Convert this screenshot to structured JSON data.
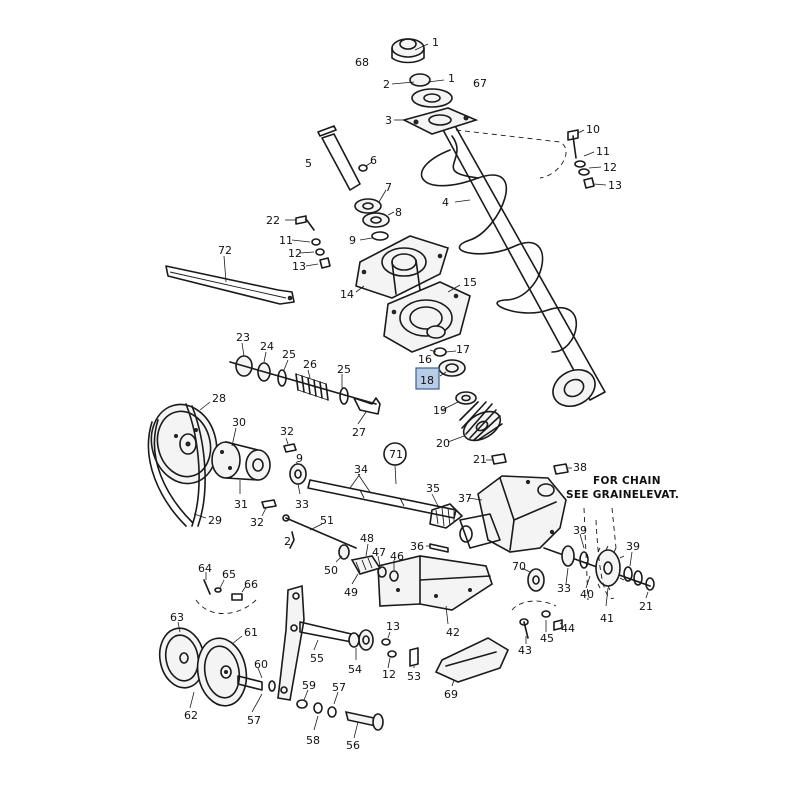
{
  "callouts": {
    "c1a": "1",
    "c1b": "1",
    "c68": "68",
    "c67": "67",
    "c2": "2",
    "c3": "3",
    "c10": "10",
    "c11a": "11",
    "c12a": "12",
    "c13a": "13",
    "c5": "5",
    "c6": "6",
    "c7": "7",
    "c8": "8",
    "c9a": "9",
    "c4": "4",
    "c22": "22",
    "c11b": "11",
    "c12b": "12",
    "c13b": "13",
    "c14": "14",
    "c15": "15",
    "c72": "72",
    "c16": "16",
    "c17": "17",
    "c18": "18",
    "c19": "19",
    "c20": "20",
    "c23": "23",
    "c24": "24",
    "c25a": "25",
    "c26": "26",
    "c25b": "25",
    "c27": "27",
    "c28": "28",
    "c30": "30",
    "c32a": "32",
    "c9b": "9",
    "c71": "71",
    "c21a": "21",
    "c38": "38",
    "c31": "31",
    "c33a": "33",
    "c34": "34",
    "c35": "35",
    "c37": "37",
    "c32b": "32",
    "c29": "29",
    "c2b": "2",
    "c51": "51",
    "c48": "48",
    "c47": "47",
    "c46": "46",
    "c36": "36",
    "c50": "50",
    "c49": "49",
    "c70": "70",
    "c33b": "33",
    "c39a": "39",
    "c39b": "39",
    "c40": "40",
    "c41": "41",
    "c21b": "21",
    "c64": "64",
    "c65": "65",
    "c66": "66",
    "c42": "42",
    "c63": "63",
    "c61": "61",
    "c60": "60",
    "c62": "62",
    "c57a": "57",
    "c55": "55",
    "c13c": "13",
    "c54": "54",
    "c12c": "12",
    "c53": "53",
    "c43": "43",
    "c45": "45",
    "c44": "44",
    "c69": "69",
    "c59": "59",
    "c57b": "57",
    "c58": "58",
    "c56": "56"
  },
  "notes": {
    "chain_line1": "FOR CHAIN",
    "chain_line2": "SEE GRAINELEVAT."
  },
  "highlight": {
    "part": "18",
    "color": "#b9cce6"
  }
}
